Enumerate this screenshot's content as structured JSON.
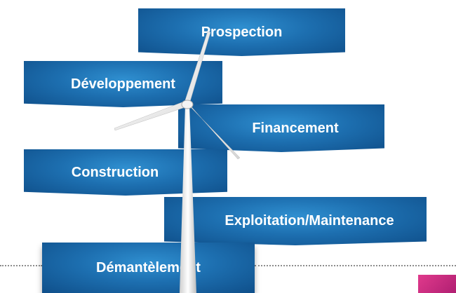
{
  "steps": [
    {
      "label": "Prospection"
    },
    {
      "label": "Développement"
    },
    {
      "label": "Financement"
    },
    {
      "label": "Construction"
    },
    {
      "label": "Exploitation/Maintenance"
    },
    {
      "label": "Démantèlement"
    }
  ],
  "colors": {
    "banner_light": "#2f8fd0",
    "banner_dark": "#0f4f8a",
    "accent": "#e03a8c",
    "turbine": "#f2f2f2"
  }
}
